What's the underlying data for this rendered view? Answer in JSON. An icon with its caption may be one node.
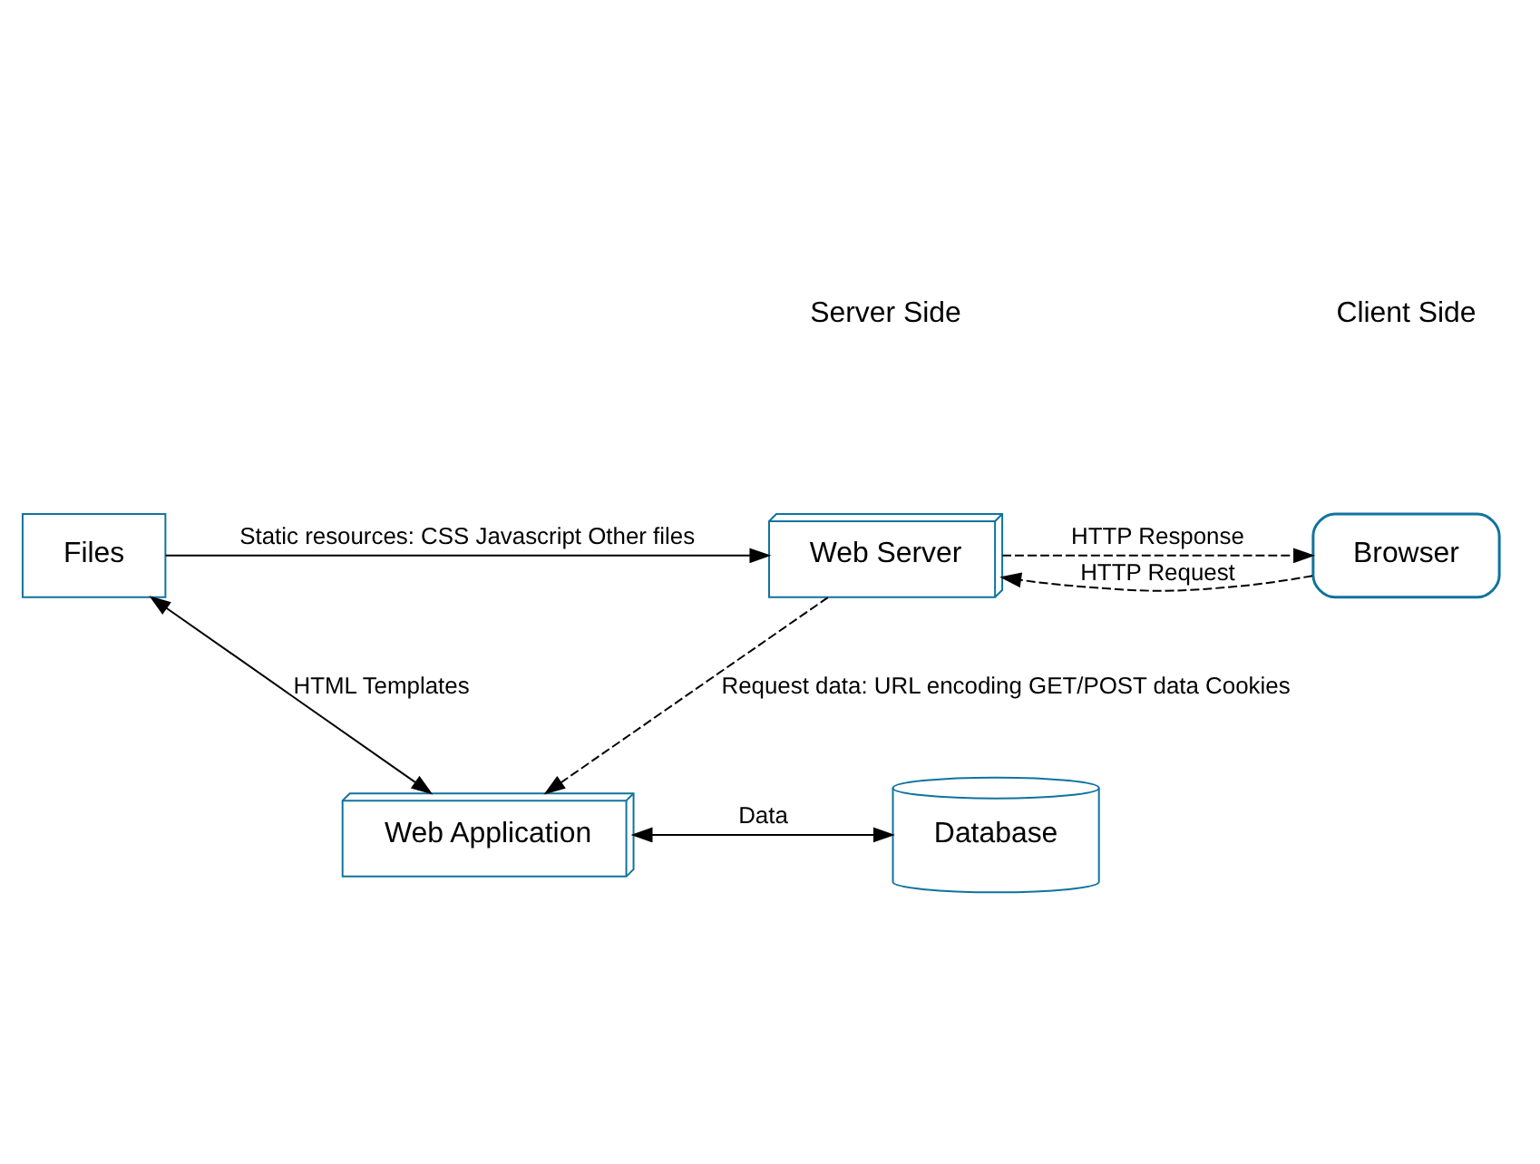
{
  "diagram": {
    "nodes": [
      {
        "text": [
          "Files"
        ]
      },
      {
        "text": [
          "Web Server"
        ]
      },
      {
        "text": [
          "Browser"
        ]
      },
      {
        "text": [
          "Web Application"
        ]
      },
      {
        "text": [
          "Database"
        ]
      }
    ],
    "edges": [
      {
        "from": 0,
        "to": 1,
        "arrow": "to",
        "label": "Static resources: CSS Javascript Other files"
      },
      {
        "from": 2,
        "to": 1,
        "arrow": "to",
        "style": "dashed",
        "label": "HTTP Request"
      },
      {
        "from": 1,
        "to": 2,
        "arrow": "to",
        "style": "dashed",
        "label": "HTTP Response"
      },
      {
        "from": 1,
        "to": 3,
        "arrow": "to",
        "style": "dashed",
        "label": "Request data: URL encoding GET/POST data Cookies"
      },
      {
        "from": 0,
        "to": 3,
        "arrow": "both",
        "label": "HTML Templates"
      },
      {
        "from": 3,
        "to": 4,
        "arrow": "both",
        "label": "Data"
      }
    ],
    "labels": [
      "Server Side",
      "Client Side"
    ]
  }
}
